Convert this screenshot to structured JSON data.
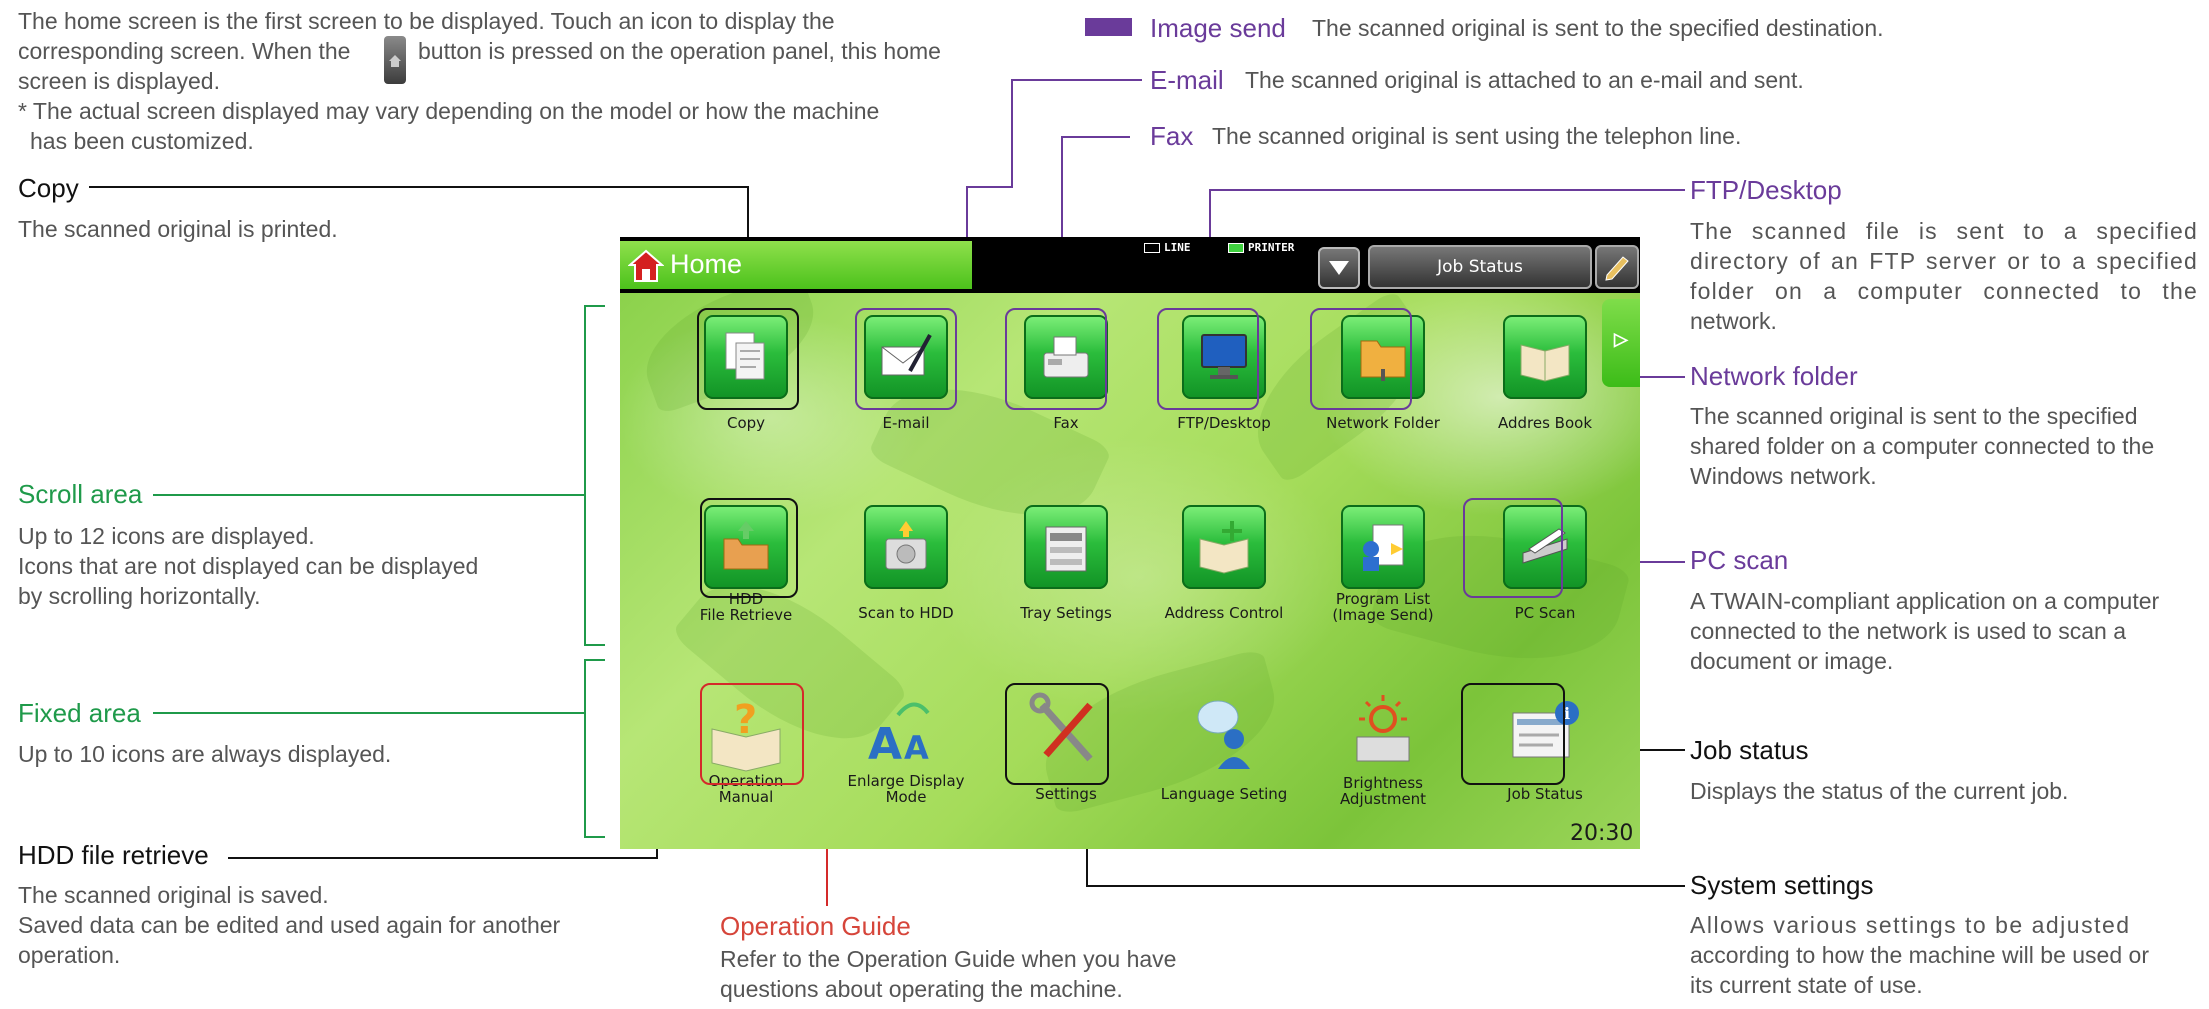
{
  "intro": {
    "line1": "The home screen is the first screen to be displayed. Touch an icon to display the",
    "line2a": "corresponding screen. When the",
    "line2b": "button is pressed on the operation panel, this home",
    "line3": "screen is displayed.",
    "note1": "* The actual screen displayed may vary depending on the model or how the machine",
    "note2": "has been customized."
  },
  "legend": {
    "image_send": {
      "title": "Image send",
      "desc": "The scanned original is sent to the specified destination."
    },
    "email": {
      "title": "E-mail",
      "desc": "The scanned original is attached to an e-mail and sent."
    },
    "fax": {
      "title": "Fax",
      "desc": "The scanned original is sent using the telephon line."
    }
  },
  "left_callouts": {
    "copy": {
      "title": "Copy",
      "desc": "The scanned original is printed."
    },
    "scroll": {
      "title": "Scroll area",
      "desc1": "Up to 12 icons are displayed.",
      "desc2": "Icons that are not displayed can be displayed",
      "desc3": "by scrolling horizontally."
    },
    "fixed": {
      "title": "Fixed area",
      "desc": "Up to 10 icons are always displayed."
    },
    "hdd": {
      "title": "HDD file retrieve",
      "desc1": "The scanned original is saved.",
      "desc2": "Saved data can be edited and used again for another",
      "desc3": "operation."
    }
  },
  "bottom_callouts": {
    "guide": {
      "title": "Operation Guide",
      "desc1": "Refer to the Operation Guide when you have",
      "desc2": "questions about operating the machine."
    }
  },
  "right_callouts": {
    "ftp": {
      "title": "FTP/Desktop",
      "desc1": "The scanned file is sent to a specified",
      "desc2": "directory of an FTP server or to a specified",
      "desc3": "folder on a computer connected to the",
      "desc4": "network."
    },
    "netfolder": {
      "title": "Network folder",
      "desc1": "The scanned original is sent to the specified",
      "desc2": "shared folder on a computer connected to the",
      "desc3": "Windows network."
    },
    "pcscan": {
      "title": "PC scan",
      "desc1": "A TWAIN-compliant application on a computer",
      "desc2": "connected to the network is used to scan a",
      "desc3": "document or image."
    },
    "jobstatus": {
      "title": "Job status",
      "desc": "Displays the status of the current job."
    },
    "system": {
      "title": "System settings",
      "desc1": "Allows various settings to be adjusted",
      "desc2": "according to how the machine will be used or",
      "desc3": "its current state of use."
    }
  },
  "panel": {
    "home_label": "Home",
    "line_label": "LINE",
    "printer_label": "PRINTER",
    "job_status_button": "Job Status",
    "clock": "20:30",
    "row1": [
      "Copy",
      "E-mail",
      "Fax",
      "FTP/Desktop",
      "Network Folder",
      "Addres Book"
    ],
    "row2": [
      "HDD",
      "File Retrieve",
      "Scan to HDD",
      "Tray Setings",
      "Address Control",
      "Program List",
      "(Image Send)",
      "PC Scan"
    ],
    "row3": [
      "Operation",
      "Manual",
      "Enlarge Display",
      "Mode",
      "Settings",
      "Language Seting",
      "Brightness",
      "Adjustment",
      "Job Status"
    ]
  },
  "colors": {
    "green": "#1f9a4a",
    "purple": "#6a3b9a",
    "red": "#d6453a",
    "black": "#111111"
  }
}
